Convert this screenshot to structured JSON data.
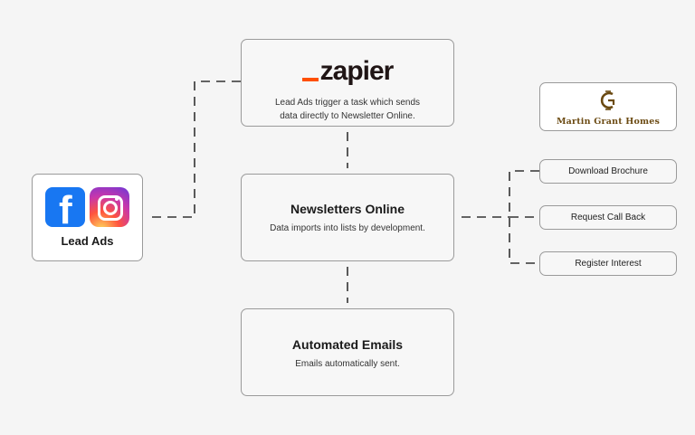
{
  "zapier": {
    "logo_word": "zapier",
    "description": "Lead Ads trigger a task which sends data directly to Newsletter Online.",
    "brand_color": "#ff4f00"
  },
  "newsletters": {
    "title": "Newsletters Online",
    "description": "Data imports into lists by development."
  },
  "emails": {
    "title": "Automated Emails",
    "description": "Emails automatically sent."
  },
  "lead_ads": {
    "title": "Lead Ads",
    "icons": [
      "facebook-icon",
      "instagram-icon"
    ],
    "facebook_glyph": "f",
    "facebook_color": "#1877f2"
  },
  "martin_grant": {
    "name": "Martin Grant Homes",
    "brand_color": "#6b4a12"
  },
  "options": [
    {
      "label": "Download Brochure"
    },
    {
      "label": "Request Call Back"
    },
    {
      "label": "Register Interest"
    }
  ]
}
